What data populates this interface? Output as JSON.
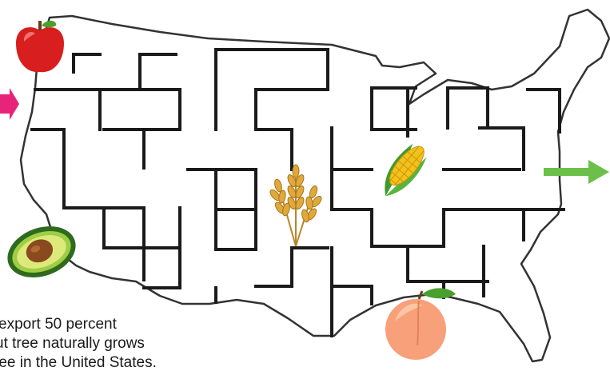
{
  "caption": {
    "lines": [
      "export 50 percent",
      "ut tree naturally grows",
      "ree in the United States."
    ]
  },
  "colors": {
    "start_arrow": "#e8237a",
    "exit_arrow": "#6cc04a",
    "maze_wall": "#1a1a1a",
    "outline": "#333333"
  },
  "items": [
    {
      "name": "apple",
      "icon": "apple-icon"
    },
    {
      "name": "avocado",
      "icon": "avocado-icon"
    },
    {
      "name": "wheat",
      "icon": "wheat-icon"
    },
    {
      "name": "corn",
      "icon": "corn-icon"
    },
    {
      "name": "peach",
      "icon": "peach-icon"
    }
  ]
}
